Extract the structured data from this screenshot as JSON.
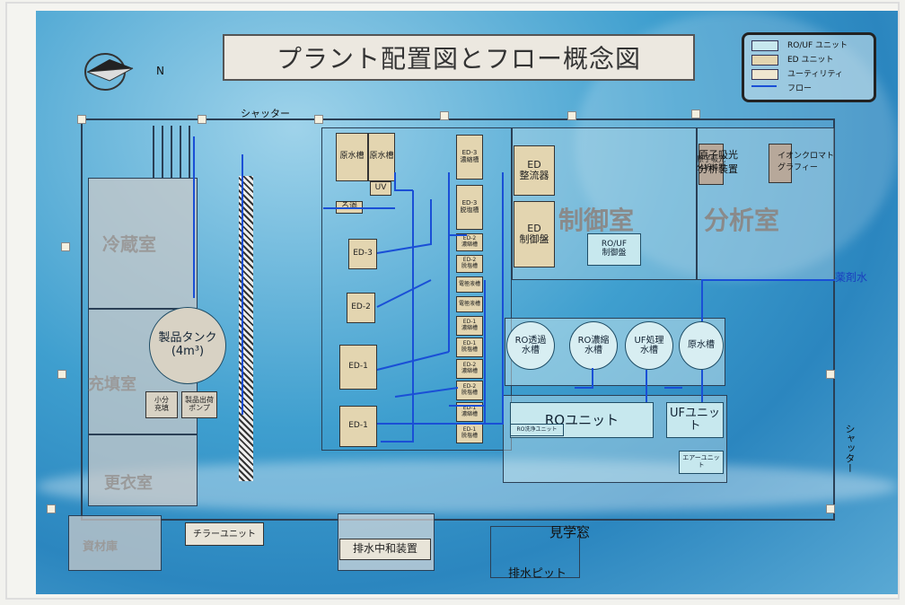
{
  "title": "プラント配置図とフロー概念図",
  "legend": {
    "ro_uf": "RO/UF ユニット",
    "ed": "ED ユニット",
    "utility": "ユーティリティ",
    "flow": "フロー"
  },
  "compass_label": "N",
  "shutter_top": "シャッター",
  "shutter_right": "シャッター",
  "rooms": {
    "cold_storage": "冷蔵室",
    "filling_room": "充填室",
    "room_3": "更衣室",
    "materials": "資材庫",
    "control_room": "制御室",
    "analysis_room": "分析室",
    "observation": "見学窓"
  },
  "product_tank": {
    "name": "製品タンク",
    "capacity": "(4m³)"
  },
  "small_fill": "小分\n充填",
  "product_pump": "製品出荷\nポンプ",
  "ed_tanks": [
    "原水槽",
    "ED-3\n濃縮槽",
    "ED-3\n脱塩槽",
    "ED-1\n濃縮槽",
    "ED-2\n濃縮槽",
    "ED-2\n脱塩槽",
    "ED-1\n脱塩槽"
  ],
  "small_tanks": [
    "ED-3\n濃縮槽",
    "ED-3\n脱塩槽",
    "ED-2\n濃縮槽",
    "ED-2\n脱塩槽",
    "電極液槽",
    "電極液槽",
    "ED-1\n濃縮槽",
    "ED-1\n脱塩槽",
    "ED-2\n濃縮槽",
    "ED-2\n脱塩槽",
    "ED-1\n濃縮槽",
    "ED-1\n脱塩槽"
  ],
  "ed_units": [
    "ED-3",
    "ED-2",
    "ED-1",
    "ED-1"
  ],
  "uv": "UV",
  "filter": "ろ過",
  "feed_tanks": [
    "原水槽",
    "原水槽"
  ],
  "ed_rectifier": "ED\n整流器",
  "ed_control": "ED\n制御盤",
  "ro_uf_control": "RO/UF\n制御盤",
  "aas": "原子吸光\n分析装置",
  "ion_chrom": "イオンクロマト\nグラフィー",
  "pure_water": "薬剤水",
  "ro_tanks": [
    "RO透過\n水槽",
    "RO濃縮\n水槽",
    "UF処理\n水槽",
    "原水槽"
  ],
  "ro_unit": "ROユニット",
  "uf_unit": "UFユニット",
  "ro_wash": "RO洗浄ユニット",
  "air_unit": "エアーユニット",
  "chiller": "チラーユニット",
  "neutralizer": "排水中和装置",
  "drain_pit": "排水ピット",
  "colors": {
    "board": "#2b86bf",
    "flow": "#1a4fd6",
    "beige": "#e3d5b0",
    "teal": "#c7e8ee"
  }
}
